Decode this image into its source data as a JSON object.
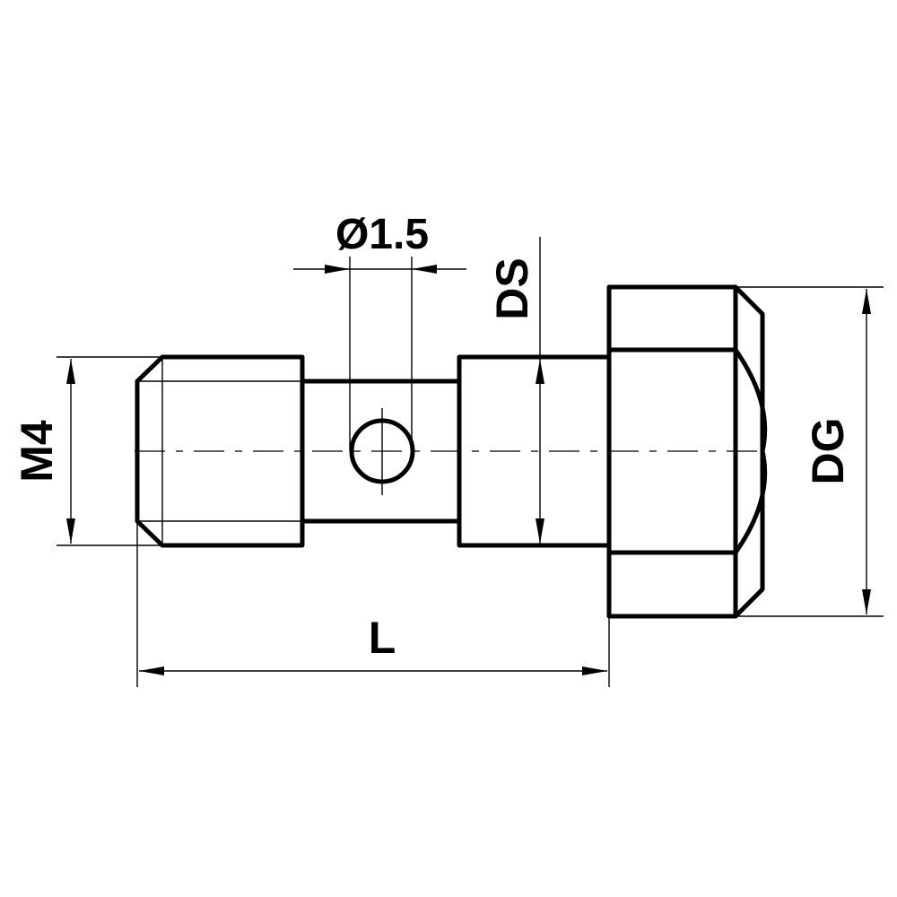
{
  "drawing": {
    "type": "technical drawing",
    "part": "threaded stylus adapter / banjo bolt",
    "line_color": "#000000",
    "background": "#ffffff"
  },
  "dimensions": {
    "thread": "M4",
    "hole_diameter": "Ø1.5",
    "shaft_diameter": "DS",
    "head_diameter": "DG",
    "length": "L"
  }
}
